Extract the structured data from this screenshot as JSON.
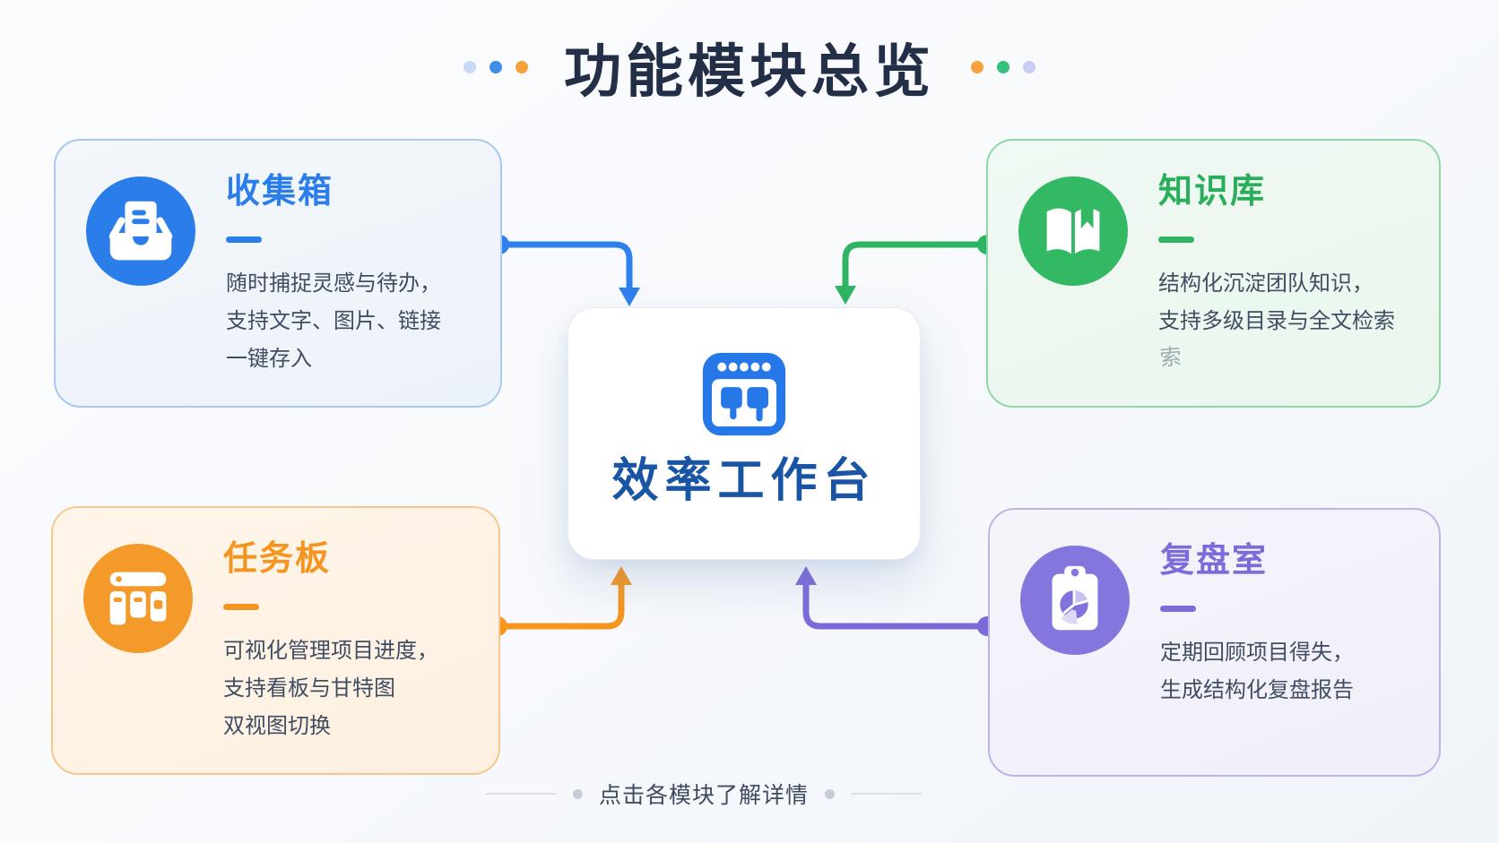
{
  "page": {
    "title": "功能模块总览",
    "background": "#f7f9fc",
    "title_dots_left": [
      "#c7d9f6",
      "#3e8ee9",
      "#f5a23c"
    ],
    "title_dots_right": [
      "#f5a23c",
      "#37c17e",
      "#c9cdf4"
    ],
    "footer": {
      "caption": "点击各模块了解详情"
    }
  },
  "center": {
    "title": "效率工作台",
    "title_color": "#1a55a5",
    "icon": "workbench-window-icon",
    "icon_color": "#2677e8"
  },
  "modules": [
    {
      "id": "inbox",
      "title": "收集箱",
      "accent": "#2b7de9",
      "card_bg": "#f0f5fa",
      "border_color": "#a9c9f0",
      "icon": "inbox-icon",
      "lines": [
        "随时捕捉灵感与待办，",
        "支持文字、图片、链接",
        "一键存入"
      ]
    },
    {
      "id": "knowledge",
      "title": "知识库",
      "accent": "#2bae5c",
      "card_bg": "#eef8f1",
      "border_color": "#90d7a6",
      "icon": "open-book-icon",
      "lines": [
        "结构化沉淀团队知识，",
        "支持多级目录与全文检索",
        "索"
      ]
    },
    {
      "id": "taskboard",
      "title": "任务板",
      "accent": "#f5941f",
      "card_bg": "#fdf3e6",
      "border_color": "#f6c88f",
      "icon": "kanban-board-icon",
      "lines": [
        "可视化管理项目进度，",
        "支持看板与甘特图",
        "双视图切换"
      ]
    },
    {
      "id": "review",
      "title": "复盘室",
      "accent": "#7c6cd9",
      "card_bg": "#f4f2fa",
      "border_color": "#bdb3e7",
      "icon": "clipboard-chart-icon",
      "lines": [
        "定期回顾项目得失，",
        "生成结构化复盘报告"
      ]
    }
  ],
  "arrows": {
    "inbox_to_center": "#2f80ed",
    "knowledge_to_center": "#2fb463",
    "taskboard_to_center": "#f5961f",
    "review_to_center": "#7b6bd9"
  }
}
